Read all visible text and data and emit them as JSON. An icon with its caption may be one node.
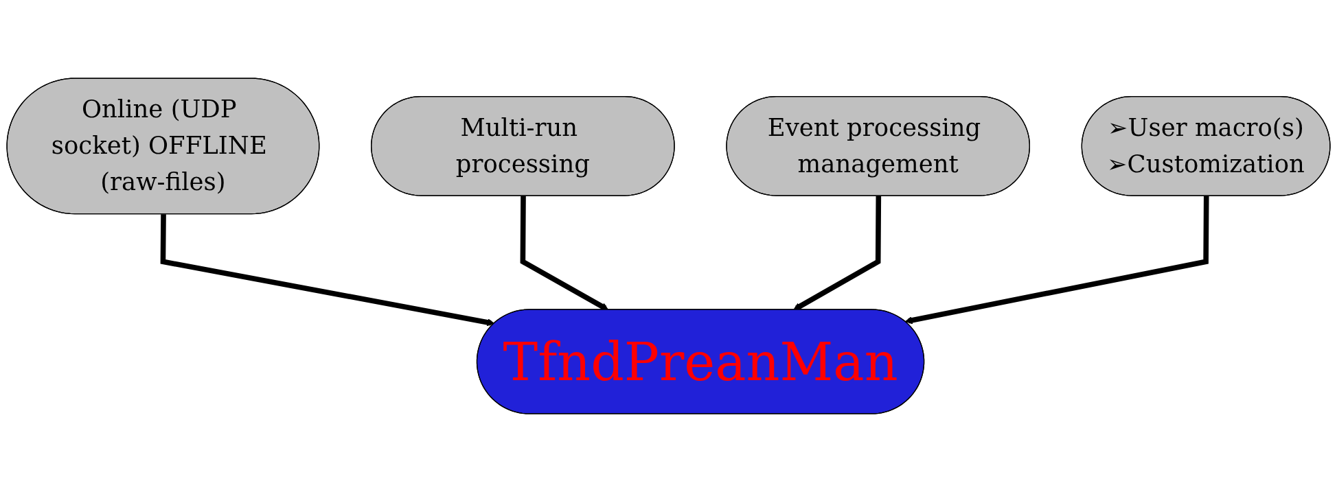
{
  "diagram": {
    "nodes": [
      {
        "text": [
          "Multi-run processing"
        ]
      },
      {
        "text": [
          "Event processing management"
        ]
      },
      {
        "text": [
          "Online (UDP socket) OFFLINE (raw-files)"
        ]
      },
      {
        "text": [
          "➢User macro(s)",
          "➢Customization"
        ]
      },
      {
        "text": [
          "TfndPreanMan"
        ]
      }
    ],
    "edges": [
      {
        "from": 2,
        "to": 4,
        "arrow": "to"
      },
      {
        "from": 0,
        "to": 4,
        "arrow": "to"
      },
      {
        "from": 1,
        "to": 4,
        "arrow": "to"
      },
      {
        "from": 3,
        "to": 4,
        "arrow": "to"
      }
    ]
  }
}
